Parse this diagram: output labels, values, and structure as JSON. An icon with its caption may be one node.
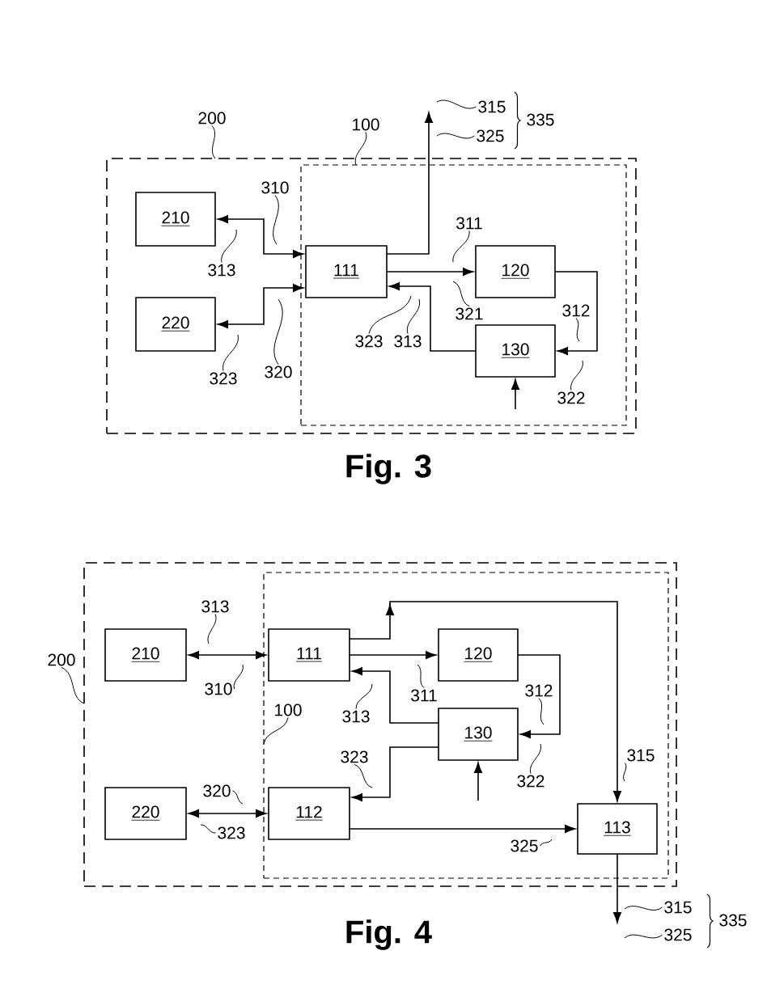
{
  "diagram": {
    "nodes": [
      {
        "text": [],
        "shape": "box"
      },
      {
        "text": [],
        "shape": "box",
        "in": 0
      },
      {
        "text": [
          "210"
        ],
        "in": 0
      },
      {
        "text": [
          "220"
        ],
        "in": 0
      },
      {
        "text": [
          "111"
        ],
        "in": 1
      },
      {
        "text": [
          "120"
        ],
        "in": 1
      },
      {
        "text": [
          "130"
        ],
        "in": 1
      },
      {
        "text": [
          "200"
        ]
      },
      {
        "text": [
          "100"
        ]
      },
      {
        "text": [
          "310"
        ],
        "in": 0
      },
      {
        "text": [
          "313"
        ],
        "in": 0
      },
      {
        "text": [
          "320"
        ],
        "in": 0
      },
      {
        "text": [
          "323"
        ],
        "in": 0
      },
      {
        "text": [
          "315"
        ]
      },
      {
        "text": [
          "325"
        ]
      },
      {
        "text": [
          "311"
        ],
        "in": 1
      },
      {
        "text": [
          "321"
        ],
        "in": 1
      },
      {
        "text": [
          "312"
        ],
        "in": 1
      },
      {
        "text": [
          "322"
        ],
        "in": 1
      },
      {
        "text": [
          "323"
        ],
        "in": 1
      },
      {
        "text": [
          "313"
        ],
        "in": 1
      },
      {
        "text": [],
        "shape": "box"
      },
      {
        "text": [],
        "shape": "box",
        "in": 21
      },
      {
        "text": [
          "210"
        ],
        "in": 21
      },
      {
        "text": [
          "111"
        ],
        "in": 22
      },
      {
        "text": [
          "120"
        ],
        "in": 22
      },
      {
        "text": [
          "130"
        ],
        "in": 22
      },
      {
        "text": [
          "220"
        ],
        "in": 21
      },
      {
        "text": [
          "112"
        ],
        "in": 22
      },
      {
        "text": [
          "113"
        ],
        "in": 22
      },
      {
        "text": [
          "313"
        ],
        "in": 21
      },
      {
        "text": [
          "310"
        ],
        "in": 21
      },
      {
        "text": [
          "200"
        ]
      },
      {
        "text": [
          "100"
        ],
        "in": 22
      },
      {
        "text": [
          "313"
        ],
        "in": 22
      },
      {
        "text": [
          "323"
        ],
        "in": 22
      },
      {
        "text": [
          "320"
        ],
        "in": 21
      },
      {
        "text": [
          "323"
        ],
        "in": 21
      },
      {
        "text": [
          "311"
        ],
        "in": 22
      },
      {
        "text": [
          "312"
        ],
        "in": 22
      },
      {
        "text": [
          "322"
        ],
        "in": 22
      },
      {
        "text": [
          "315"
        ],
        "in": 22
      },
      {
        "text": [
          "325"
        ],
        "in": 22
      },
      {
        "text": [
          "315"
        ]
      },
      {
        "text": [
          "325"
        ]
      }
    ],
    "edges": [
      {
        "from": 4,
        "to": 2,
        "arrow": "both"
      },
      {
        "from": 4,
        "to": 3,
        "arrow": "both"
      },
      {
        "from": 4,
        "to": null,
        "arrow": "to"
      },
      {
        "from": 4,
        "to": 5,
        "arrow": "to"
      },
      {
        "from": 5,
        "to": 6,
        "arrow": "to"
      },
      {
        "from": 6,
        "to": 4,
        "arrow": "to"
      },
      {
        "from": null,
        "to": 6,
        "arrow": "to"
      },
      {
        "from": 7,
        "to": 0,
        "arrow": "none"
      },
      {
        "from": 8,
        "to": 1,
        "arrow": "none"
      },
      {
        "from": 9,
        "to": null,
        "arrow": "none"
      },
      {
        "from": 10,
        "to": null,
        "arrow": "none"
      },
      {
        "from": 11,
        "to": null,
        "arrow": "none"
      },
      {
        "from": 12,
        "to": null,
        "arrow": "none"
      },
      {
        "from": 13,
        "to": null,
        "arrow": "none"
      },
      {
        "from": 14,
        "to": null,
        "arrow": "none"
      },
      {
        "from": 15,
        "to": null,
        "arrow": "none"
      },
      {
        "from": 16,
        "to": null,
        "arrow": "none"
      },
      {
        "from": 17,
        "to": null,
        "arrow": "none"
      },
      {
        "from": 18,
        "to": null,
        "arrow": "none"
      },
      {
        "from": 19,
        "to": null,
        "arrow": "none"
      },
      {
        "from": 20,
        "to": null,
        "arrow": "none"
      },
      {
        "from": 23,
        "to": 24,
        "arrow": "both"
      },
      {
        "from": 27,
        "to": 28,
        "arrow": "both"
      },
      {
        "from": 24,
        "to": 29,
        "arrow": "to"
      },
      {
        "from": 24,
        "to": 25,
        "arrow": "to"
      },
      {
        "from": 25,
        "to": 26,
        "arrow": "to"
      },
      {
        "from": 26,
        "to": 24,
        "arrow": "to"
      },
      {
        "from": 26,
        "to": 28,
        "arrow": "to"
      },
      {
        "from": 28,
        "to": 29,
        "arrow": "to"
      },
      {
        "from": null,
        "to": 26,
        "arrow": "to"
      },
      {
        "from": 29,
        "to": null,
        "arrow": "to"
      },
      {
        "from": 30,
        "to": null,
        "arrow": "none"
      },
      {
        "from": 31,
        "to": null,
        "arrow": "none"
      },
      {
        "from": 32,
        "to": 21,
        "arrow": "none"
      },
      {
        "from": 33,
        "to": 22,
        "arrow": "none"
      },
      {
        "from": 34,
        "to": null,
        "arrow": "none"
      },
      {
        "from": 35,
        "to": null,
        "arrow": "none"
      },
      {
        "from": 36,
        "to": null,
        "arrow": "none"
      },
      {
        "from": 37,
        "to": null,
        "arrow": "none"
      },
      {
        "from": 38,
        "to": null,
        "arrow": "none"
      },
      {
        "from": 39,
        "to": null,
        "arrow": "none"
      },
      {
        "from": 40,
        "to": null,
        "arrow": "none"
      },
      {
        "from": 41,
        "to": null,
        "arrow": "none"
      },
      {
        "from": 42,
        "to": null,
        "arrow": "none"
      },
      {
        "from": 43,
        "to": null,
        "arrow": "none"
      },
      {
        "from": 44,
        "to": null,
        "arrow": "none"
      }
    ],
    "labels": [
      "335",
      "Fig. 3",
      "335",
      "Fig. 4"
    ]
  }
}
